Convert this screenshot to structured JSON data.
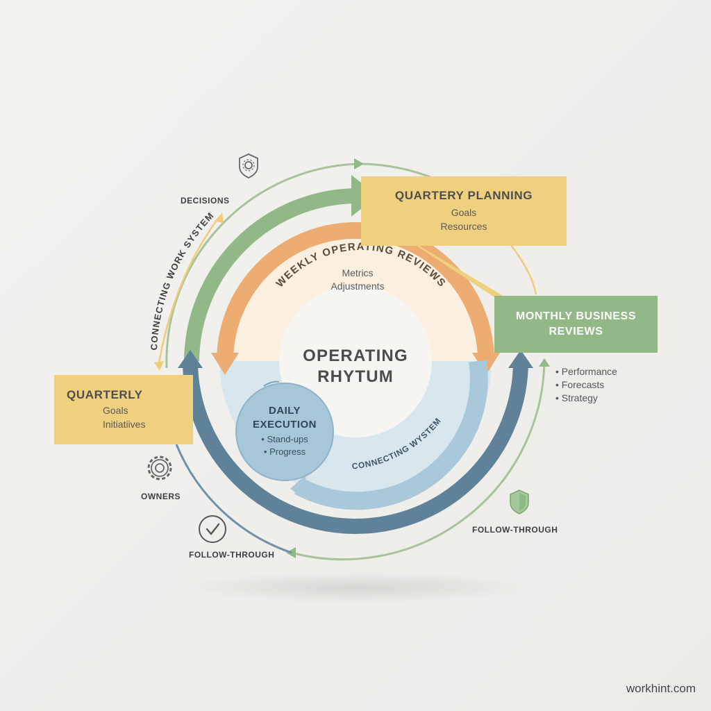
{
  "center": {
    "title_line1": "OPERATING",
    "title_line2": "RHYTUM"
  },
  "quarterly_planning": {
    "title": "QUARTERY PLANNING",
    "items": [
      "Goals",
      "Resources"
    ]
  },
  "monthly_business_reviews": {
    "title_line1": "MONTHLY BUSINESS",
    "title_line2": "REVIEWS",
    "items": [
      "Performance",
      "Forecasts",
      "Strategy"
    ]
  },
  "quarterly": {
    "title": "QUARTERLY",
    "items": [
      "Goals",
      "Initiatiives"
    ]
  },
  "weekly_operating_reviews": {
    "title": "WEEKLY OPERATING REVIEWS",
    "items": [
      "Metrics",
      "Adjustments"
    ]
  },
  "daily_execution": {
    "title_line1": "DAILY",
    "title_line2": "EXECUTION",
    "items": [
      "Stand-ups",
      "Progress"
    ]
  },
  "curved_labels": {
    "outer_left": "CONNECTING WORK SYSTEM",
    "inner_right": "CONNECTING WYSTEM"
  },
  "labels": {
    "decisions": "DECISIONS",
    "owners": "OWNERS",
    "follow_through_left": "FOLLOW-THROUGH",
    "follow_through_right": "FOLLOW-THROUGH"
  },
  "icons": [
    "shield-gear-icon",
    "gear-icon",
    "check-circle-icon",
    "shield-icon"
  ],
  "colors": {
    "background": "#f1f0ed",
    "yellow": "#efd07e",
    "green": "#93b887",
    "orange": "#ecac72",
    "blue_dark": "#5f8299",
    "blue_light": "#a9c8da"
  },
  "brand": "workhint.com"
}
